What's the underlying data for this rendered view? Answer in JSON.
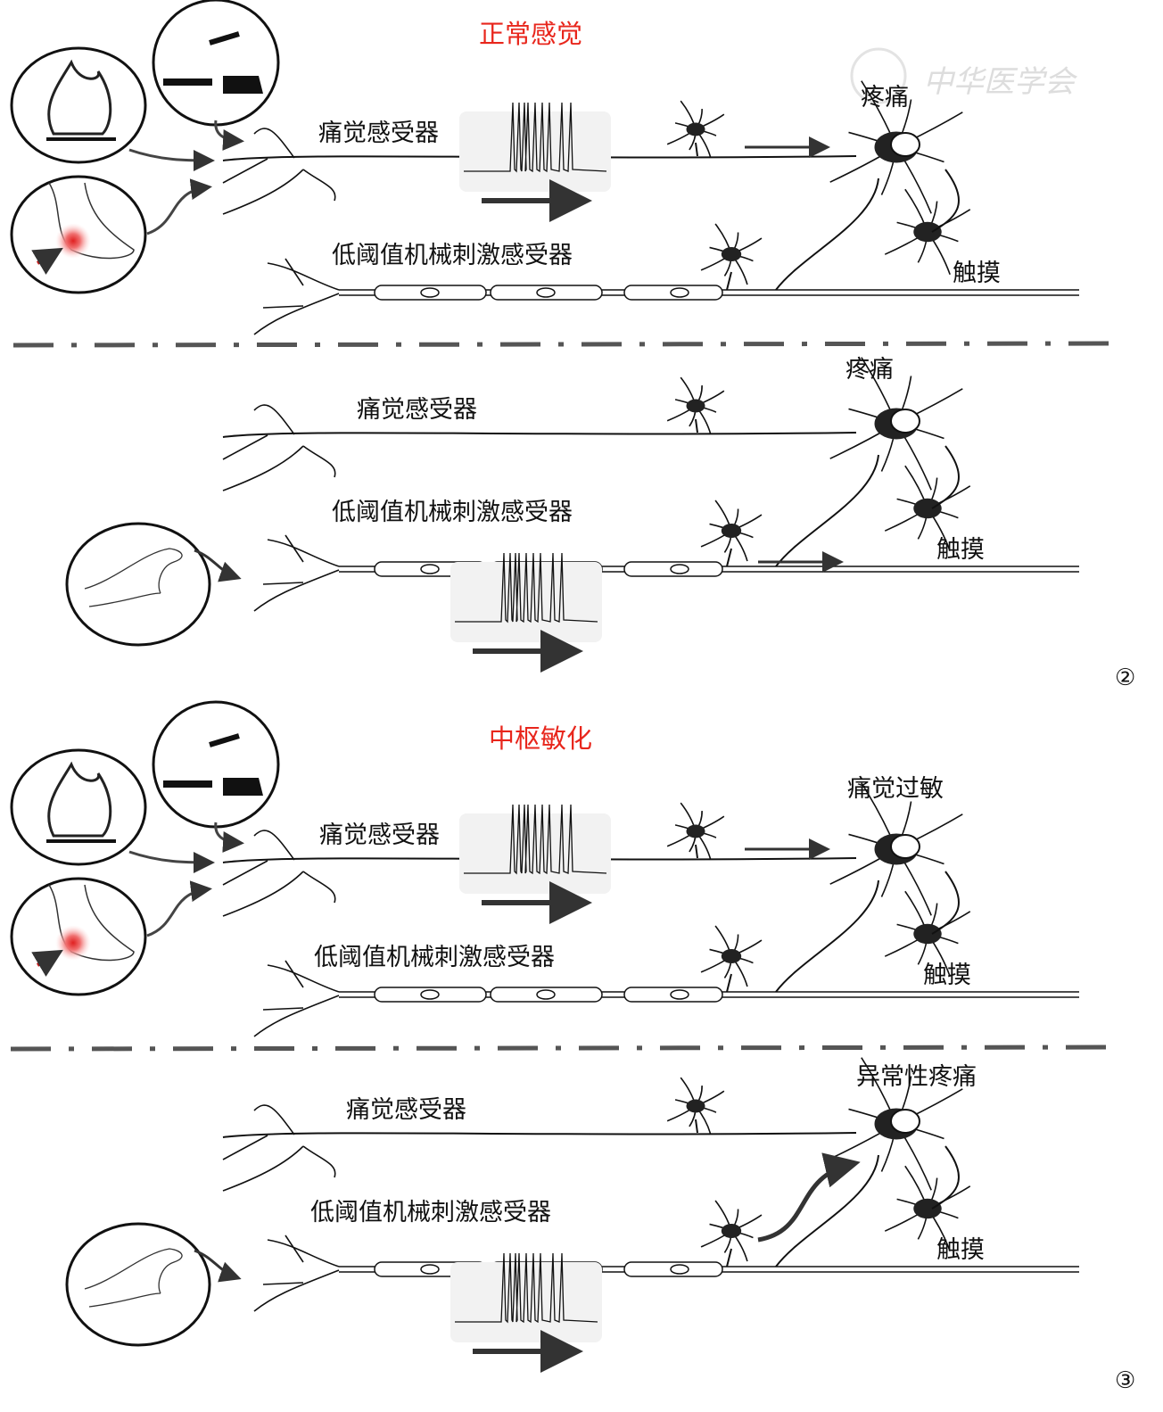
{
  "colors": {
    "title": "#e8261c",
    "line": "#111111",
    "arrow": "#333333",
    "spot": "#e03030"
  },
  "watermark": "中华医学会",
  "sections": [
    {
      "title": "正常感觉",
      "panels": [
        {
          "pain_receptor": "痛觉感受器",
          "touch_receptor": "低阈值机械刺激感受器",
          "output": "疼痛",
          "touch_output": "触摸",
          "stimulus": "noxious",
          "active_fiber": "pain"
        },
        {
          "pain_receptor": "痛觉感受器",
          "touch_receptor": "低阈值机械刺激感受器",
          "output": "疼痛",
          "touch_output": "触摸",
          "stimulus": "touch",
          "active_fiber": "touch"
        }
      ],
      "number": "②"
    },
    {
      "title": "中枢敏化",
      "panels": [
        {
          "pain_receptor": "痛觉感受器",
          "touch_receptor": "低阈值机械刺激感受器",
          "output": "痛觉过敏",
          "touch_output": "触摸",
          "stimulus": "noxious",
          "active_fiber": "pain"
        },
        {
          "pain_receptor": "痛觉感受器",
          "touch_receptor": "低阈值机械刺激感受器",
          "output": "异常性疼痛",
          "touch_output": "触摸",
          "stimulus": "touch",
          "active_fiber": "touch"
        }
      ],
      "number": "③"
    }
  ]
}
